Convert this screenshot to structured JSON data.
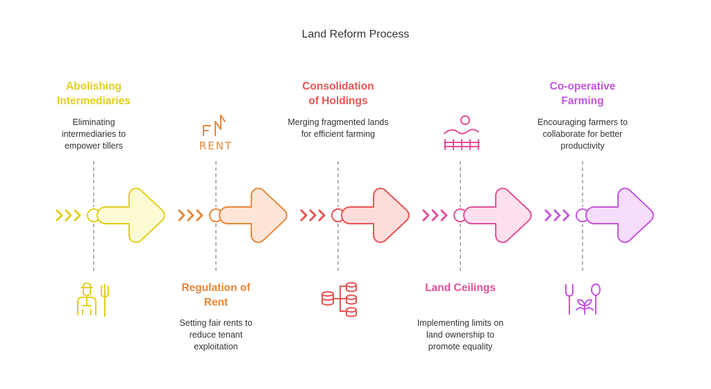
{
  "title": "Land Reform Process",
  "steps": [
    {
      "heading": "Abolishing Intermediaries",
      "description": "Eliminating intermediaries to empower tillers",
      "color": "#e2cf1d",
      "fill": "#fdfbd3",
      "text_position": "top",
      "icon": "farmer-icon"
    },
    {
      "heading": "Regulation of Rent",
      "description": "Setting fair rents to reduce tenant exploitation",
      "color": "#e8873a",
      "fill": "#fde5d8",
      "text_position": "bottom",
      "icon": "rent-sign-icon",
      "icon_text": "RENT"
    },
    {
      "heading": "Consolidation of Holdings",
      "description": "Merging fragmented lands for efficient farming",
      "color": "#e65454",
      "fill": "#fddcdc",
      "text_position": "top",
      "icon": "database-stacks-icon"
    },
    {
      "heading": "Land Ceilings",
      "description": "Implementing limits on land ownership to promote equality",
      "color": "#e2509a",
      "fill": "#fde0ee",
      "text_position": "bottom",
      "icon": "fenced-land-icon"
    },
    {
      "heading": "Co-operative Farming",
      "description": "Encouraging farmers to collaborate for better productivity",
      "color": "#c355dd",
      "fill": "#f5ddfb",
      "text_position": "top",
      "icon": "fork-plant-spoon-icon"
    }
  ]
}
